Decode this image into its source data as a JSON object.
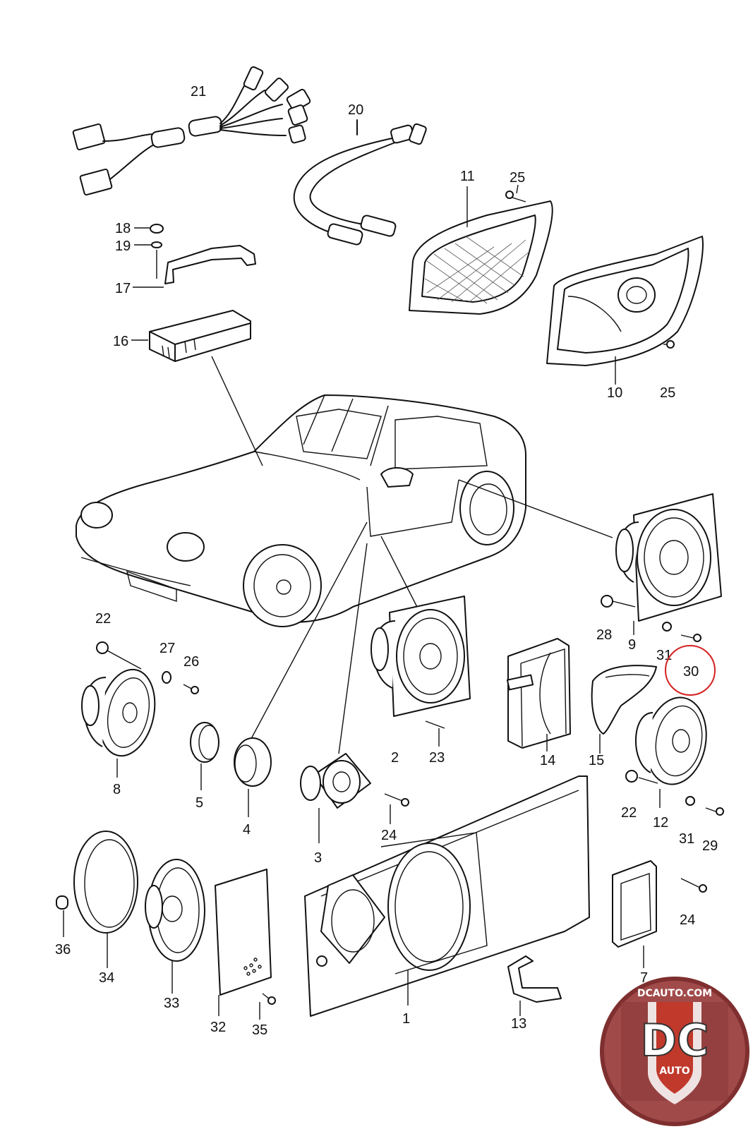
{
  "callouts": {
    "c1": "1",
    "c2": "2",
    "c3": "3",
    "c4": "4",
    "c5": "5",
    "c7": "7",
    "c8": "8",
    "c9": "9",
    "c10": "10",
    "c11": "11",
    "c12": "12",
    "c13": "13",
    "c14": "14",
    "c15": "15",
    "c16": "16",
    "c17": "17",
    "c18": "18",
    "c19": "19",
    "c20": "20",
    "c21": "21",
    "c22a": "22",
    "c22b": "22",
    "c23": "23",
    "c24a": "24",
    "c24b": "24",
    "c25a": "25",
    "c25b": "25",
    "c26": "26",
    "c27": "27",
    "c28": "28",
    "c29": "29",
    "c30": "30",
    "c31a": "31",
    "c31b": "31",
    "c32": "32",
    "c33": "33",
    "c34": "34",
    "c35": "35",
    "c36": "36"
  },
  "highlight": {
    "part": "30",
    "color": "#d42020"
  },
  "watermark": {
    "site": "DCAUTO.COM",
    "monogram": "DC",
    "word": "AUTO",
    "accent": "#c0392b"
  }
}
